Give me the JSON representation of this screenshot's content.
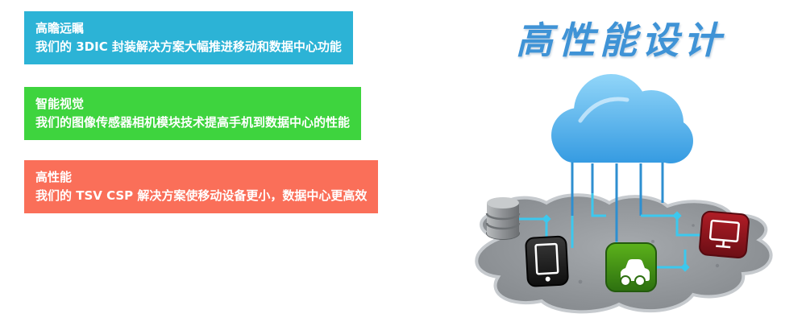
{
  "headline": {
    "text": "高性能设计",
    "color": "#3f93d6"
  },
  "banners": [
    {
      "id": "vision",
      "title": "高瞻远瞩",
      "description": "我们的 3DIC 封装解决方案大幅推进移动和数据中心功能",
      "color": "#2cb3d6"
    },
    {
      "id": "smart-vision",
      "title": "智能视觉",
      "description": "我们的图像传感器相机模块技术提高手机到数据中心的性能",
      "color": "#3ed43e"
    },
    {
      "id": "performance",
      "title": "高性能",
      "description": "我们的 TSV CSP 解决方案使移动设备更小，数据中心更高效",
      "color": "#fa6f59"
    }
  ],
  "illustration": {
    "icons": [
      "cloud-icon",
      "database-icon",
      "phone-icon",
      "car-icon",
      "monitor-icon"
    ],
    "colors": {
      "cloud": "#4fb0ef",
      "ground": "#8f9397",
      "network": "#3cc8ee",
      "connector": "#2e8fd0",
      "database": "#9a9a9a",
      "phone": "#1d1d1d",
      "car": "#3f9020",
      "monitor": "#8e1620"
    }
  }
}
